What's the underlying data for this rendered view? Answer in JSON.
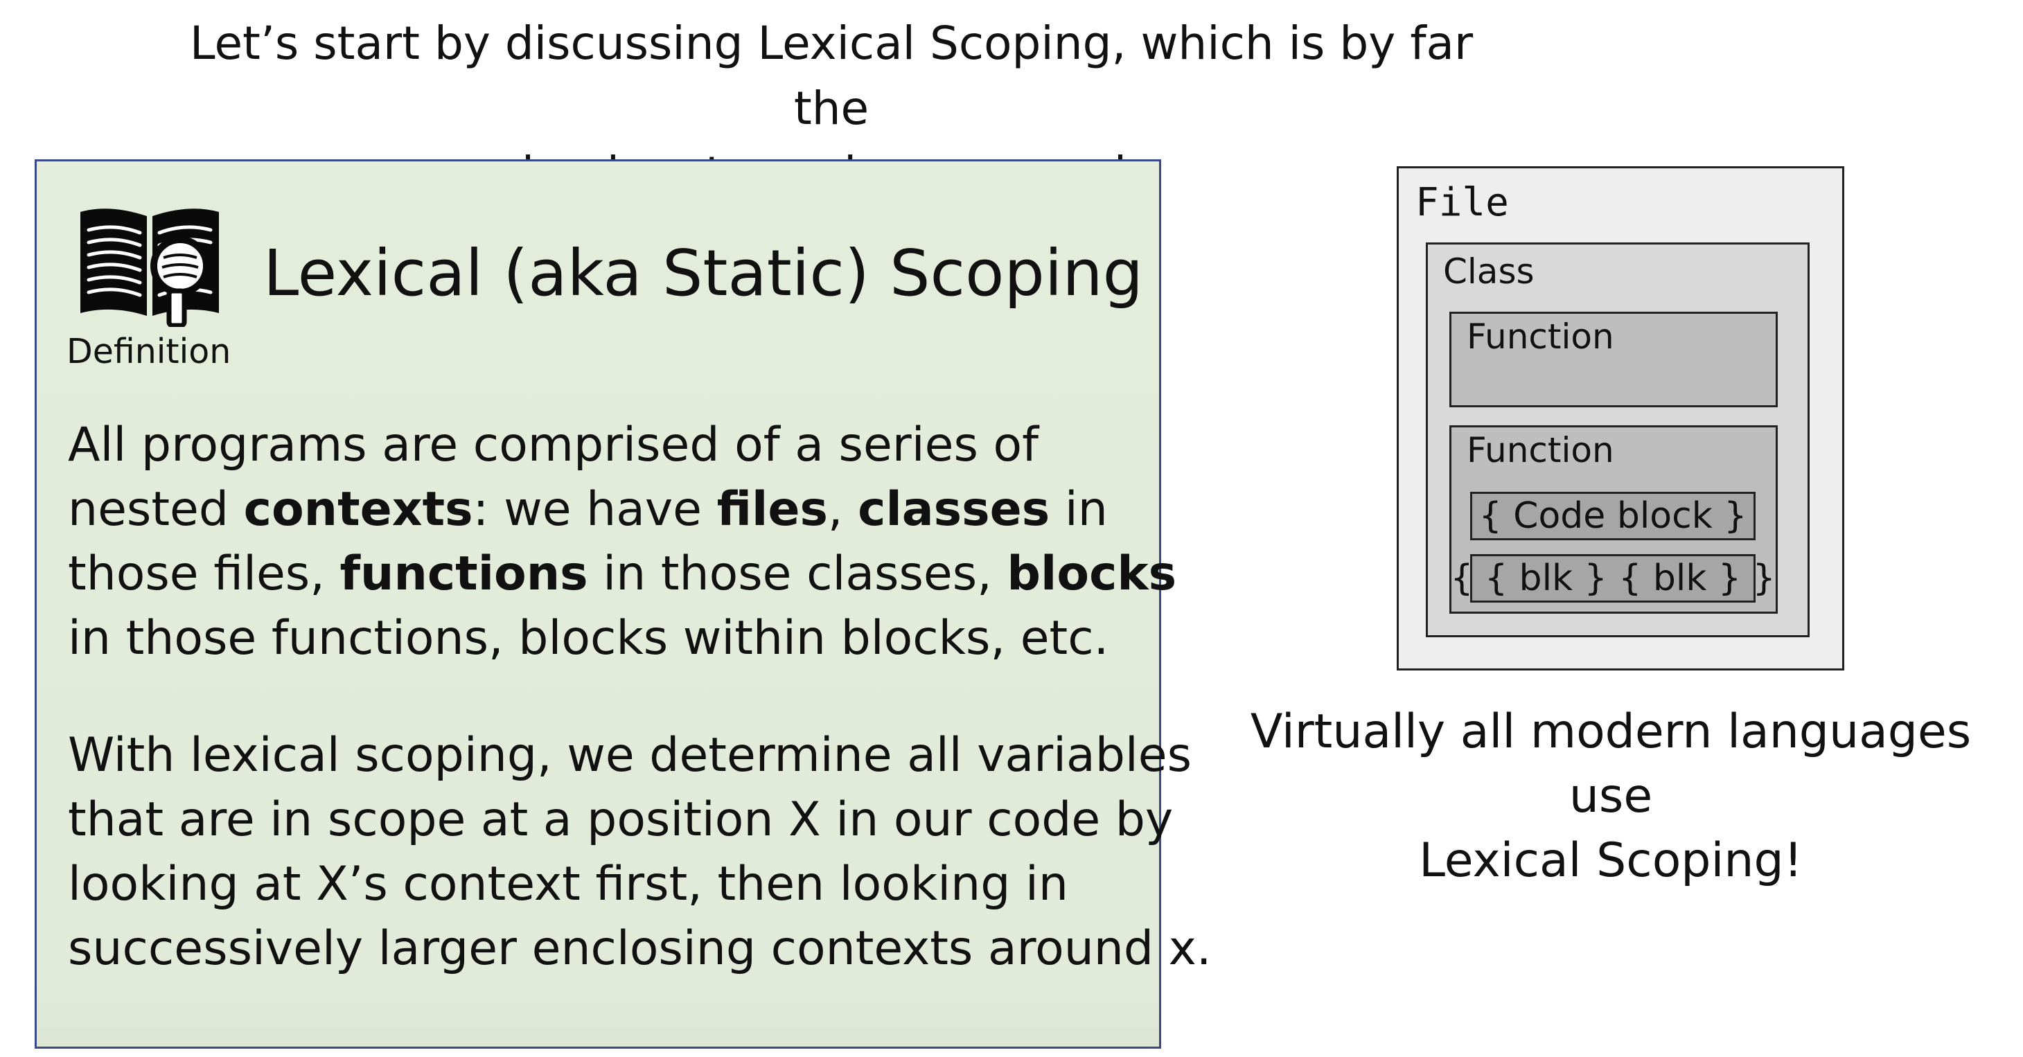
{
  "title": {
    "line1": "Let’s start by discussing Lexical Scoping, which is by far the",
    "line2": "dominant scoping approach."
  },
  "definition_card": {
    "icon": "book-magnifier-icon",
    "caption": "Definition",
    "heading": "Lexical (aka Static) Scoping",
    "paragraph1": {
      "l1": "All programs are comprised of a series of",
      "l2a": "nested ",
      "l2b": "contexts",
      "l2c": ": we have ",
      "l2d": "files",
      "l2e": ", ",
      "l2f": "classes",
      "l2g": " in",
      "l3a": "those files, ",
      "l3b": "functions",
      "l3c": " in those classes, ",
      "l3d": "blocks",
      "l4": "in those functions, blocks within blocks, etc."
    },
    "paragraph2": {
      "l1": "With lexical scoping, we determine all variables",
      "l2": "that are in scope at a position X in our code by",
      "l3": "looking at X’s context first, then looking in",
      "l4": "successively larger enclosing contexts around x."
    }
  },
  "scope_diagram": {
    "file": "File",
    "class": "Class",
    "function1": "Function",
    "function2": "Function",
    "code_block": "{ Code block }",
    "nested_blocks": "{ { blk } { blk } }",
    "colors": {
      "file": "#eeeeee",
      "class": "#d9d9d9",
      "function": "#bebebe",
      "block": "#a6a6a6"
    }
  },
  "tagline": {
    "line1": "Virtually all modern languages use",
    "line2": "Lexical Scoping!"
  },
  "colors": {
    "card_background": "#e3ebda",
    "card_border": "#3a4a86"
  }
}
